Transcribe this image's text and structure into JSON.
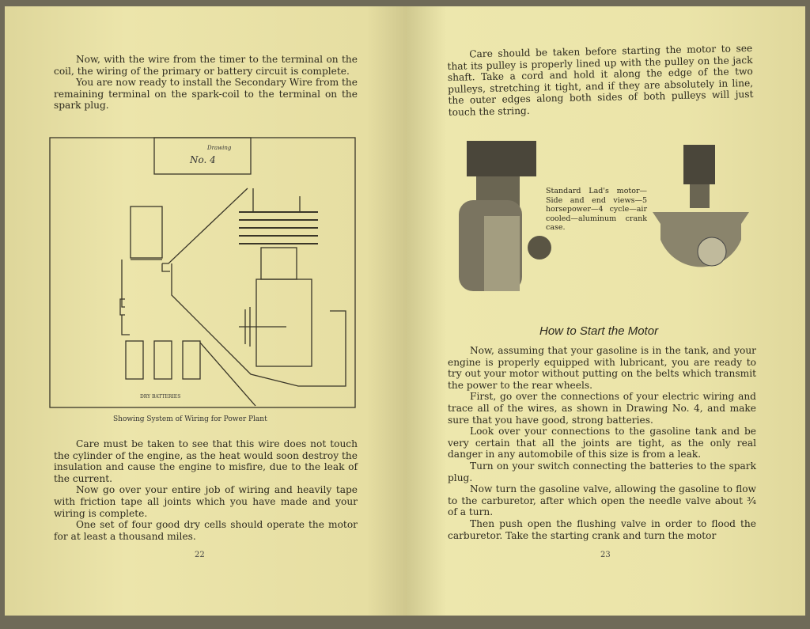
{
  "left_page": {
    "intro": [
      "Now, with the wire from the timer to the terminal on the coil, the wiring of the primary or battery circuit is complete.",
      "You are now ready to install the Secondary Wire from the remaining terminal on the spark-coil to the terminal on the spark plug."
    ],
    "drawing_label": "Drawing",
    "drawing_number": "No. 4",
    "batteries_label": "DRY BATTERIES",
    "caption": "Showing System of Wiring for Power Plant",
    "body": [
      "Care must be taken to see that this wire does not touch the cylinder of the engine, as the heat would soon destroy the insulation and cause the engine to misfire, due to the leak of the current.",
      "Now go over your entire job of wiring and heavily tape with friction tape all joints which you have made and your wiring is complete.",
      "One set of four good dry cells should operate the motor for at least a thousand miles."
    ],
    "page_number": "22"
  },
  "right_page": {
    "intro": [
      "Care should be taken before starting the motor to see that its pulley is properly lined up with the pulley on the jack shaft. Take a cord and hold it along the edge of the two pulleys, stretching it tight, and if they are absolutely in line, the outer edges along both sides of both pulleys will just touch the string."
    ],
    "motor_caption": "Standard Lad's motor—Side and end views—5 horsepower—4 cycle—air cooled—aluminum crank case.",
    "heading": "How to Start the Motor",
    "body": [
      "Now, assuming that your gasoline is in the tank, and your engine is properly equipped with lubricant, you are ready to try out your motor without putting on the belts which transmit the power to the rear wheels.",
      "First, go over the connections of your electric wiring and trace all of the wires, as shown in Drawing No. 4, and make sure that you have good, strong batteries.",
      "Look over your connections to the gasoline tank and be very certain that all the joints are tight, as the only real danger in any automobile of this size is from a leak.",
      "Turn on your switch connecting the batteries to the spark plug.",
      "Now turn the gasoline valve, allowing the gasoline to flow to the carburetor, after which open the needle valve about ¾ of a turn.",
      "Then push open the flushing valve in order to flood the carburetor. Take the starting crank and turn the motor"
    ],
    "page_number": "23"
  }
}
